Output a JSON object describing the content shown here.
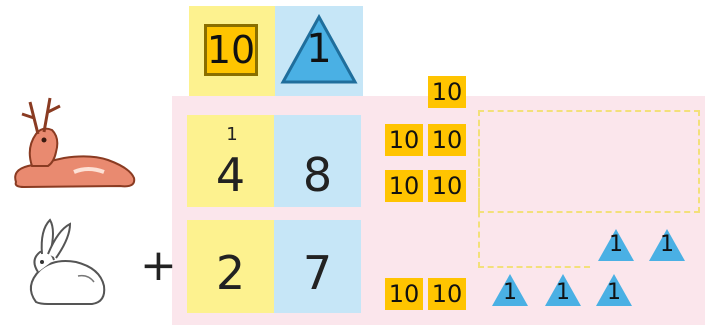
{
  "header": {
    "tens_label": "10",
    "ones_label": "1"
  },
  "problem": {
    "row1": {
      "tens": "4",
      "ones": "8",
      "carry": "1"
    },
    "row2": {
      "operator": "+",
      "tens": "2",
      "ones": "7"
    }
  },
  "blocks": {
    "ten_value": "10",
    "one_value": "1"
  },
  "colors": {
    "tens_column": "#fdf28f",
    "ones_column": "#c6e6f7",
    "work_area": "#fbe6ec",
    "ten_block": "#ffc400",
    "one_triangle": "#4ab0e4"
  },
  "illustrations": [
    "deer-icon",
    "rabbit-icon"
  ]
}
